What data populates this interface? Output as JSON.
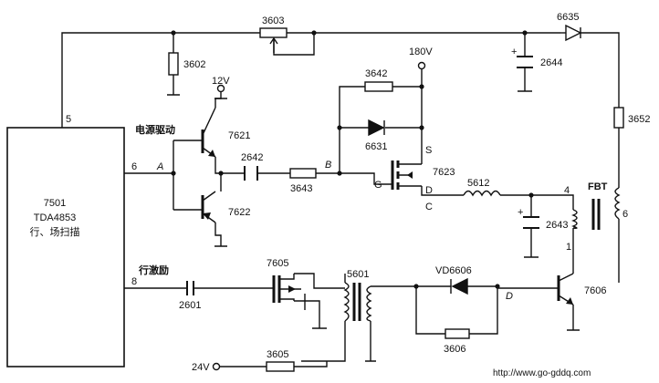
{
  "ic": {
    "designator": "7501",
    "part": "TDA4853",
    "function": "行、场扫描",
    "pins": {
      "p5": "5",
      "p6": "6",
      "p8": "8"
    }
  },
  "labels": {
    "power_drive": "电源驱动",
    "line_drive": "行激励",
    "fbt": "FBT",
    "supply_180": "180V",
    "supply_12": "12V",
    "supply_24": "24V",
    "node_a": "A",
    "node_b": "B",
    "node_d1": "D",
    "node_d2": "D",
    "mos_s": "S",
    "mos_g": "G",
    "mos_d": "D",
    "mos_c": "C",
    "fbt_pin4": "4",
    "fbt_pin1": "1",
    "fbt_pin6": "6",
    "watermark": "http://www.go-gddq.com"
  },
  "components": {
    "r3602": "3602",
    "r3603": "3603",
    "d6635": "6635",
    "c2644": "2644",
    "r3652": "3652",
    "r3642": "3642",
    "d6631": "6631",
    "q7621": "7621",
    "q7622": "7622",
    "c2642": "2642",
    "r3643": "3643",
    "q7623": "7623",
    "l5612": "5612",
    "c2643": "2643",
    "c2601": "2601",
    "q7605": "7605",
    "t5601": "5601",
    "vd6606": "VD6606",
    "r3606": "3606",
    "q7606": "7606",
    "r3605": "3605"
  }
}
